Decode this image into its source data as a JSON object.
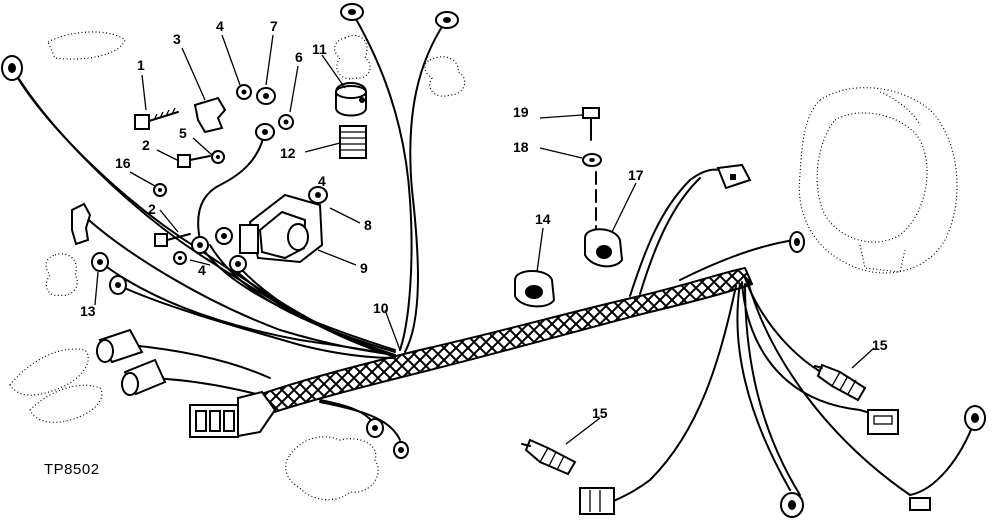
{
  "figure_id": "TP8502",
  "callouts": [
    {
      "label": "1"
    },
    {
      "label": "2"
    },
    {
      "label": "2"
    },
    {
      "label": "3"
    },
    {
      "label": "4"
    },
    {
      "label": "4"
    },
    {
      "label": "4"
    },
    {
      "label": "5"
    },
    {
      "label": "6"
    },
    {
      "label": "7"
    },
    {
      "label": "8"
    },
    {
      "label": "9"
    },
    {
      "label": "10"
    },
    {
      "label": "11"
    },
    {
      "label": "12"
    },
    {
      "label": "13"
    },
    {
      "label": "14"
    },
    {
      "label": "15"
    },
    {
      "label": "15"
    },
    {
      "label": "16"
    },
    {
      "label": "17"
    },
    {
      "label": "18"
    },
    {
      "label": "19"
    }
  ]
}
